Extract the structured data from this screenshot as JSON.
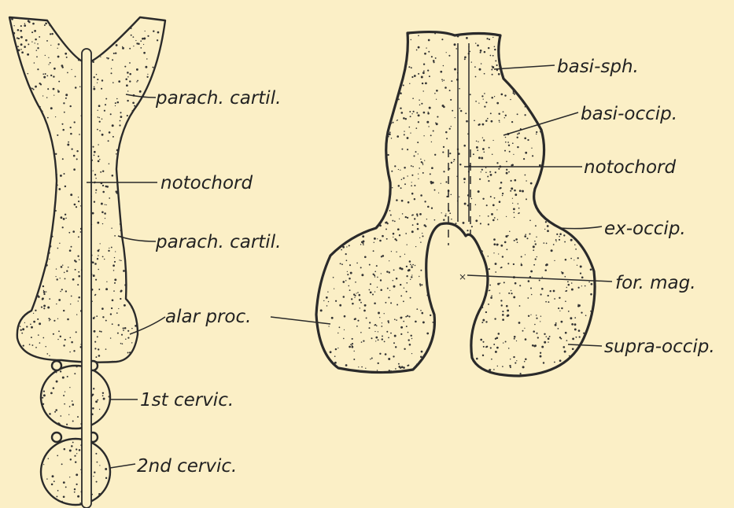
{
  "labels": {
    "left_parach_upper": "parach. cartil.",
    "left_notochord": "notochord",
    "left_parach_lower": "parach. cartil.",
    "left_alar": "alar proc.",
    "left_first_cervic": "1st cervic.",
    "left_second_cervic": "2nd cervic.",
    "right_basi_sph": "basi-sph.",
    "right_basi_occip": "basi-occip.",
    "right_notochord": "notochord",
    "right_ex_occip": "ex-occip.",
    "right_for_mag": "for. mag.",
    "right_supra_occip": "supra-occip."
  },
  "colors": {
    "background": "#fbefc6",
    "ink": "#2a2a2a"
  }
}
